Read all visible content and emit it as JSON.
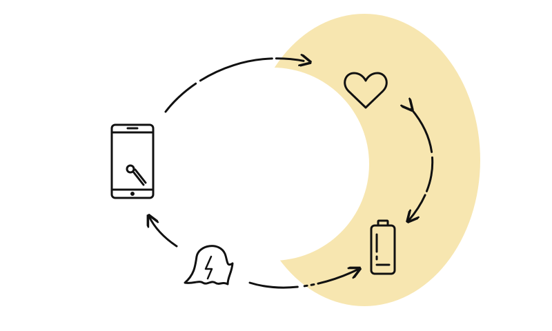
{
  "colors": {
    "background": "#ffffff",
    "crescent": "#f7e6b0",
    "stroke": "#111111"
  },
  "icons": [
    "smartphone-icon",
    "heart-icon",
    "battery-icon",
    "ghost-lightning-icon"
  ],
  "arrows": [
    "arrow-phone-to-heart",
    "arrow-heart-to-battery",
    "arrow-ghost-to-battery",
    "arrow-ghost-to-phone"
  ]
}
